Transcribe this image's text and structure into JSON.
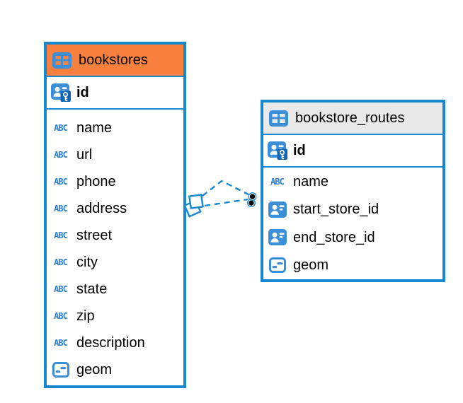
{
  "diagram": {
    "background": "#ffffff",
    "colors": {
      "table_border": "#1787CF",
      "highlight_header_bg": "#F9813F",
      "default_header_bg": "#E9E9E9",
      "row_bg": "#FFFFFF",
      "icon_blue": "#3B8ED8",
      "key_badge_blue": "#1166B3",
      "type_text_blue": "#2F7FD2",
      "text_color": "#000000",
      "relation_line": "#1787CF",
      "relation_dot_fill": "#000000"
    },
    "icons": {
      "table_icon": "table-icon",
      "primary_key_icon": "primary-key-icon",
      "text_type_icon": "text-type-icon",
      "text_type_label": "ABC",
      "reference_type_icon": "reference-type-icon",
      "geometry_type_icon": "geometry-type-icon"
    },
    "tables": [
      {
        "name": "bookstores",
        "header_variant": "highlighted-orange",
        "key_columns": [
          {
            "name": "id",
            "icon": "primary-key-icon"
          }
        ],
        "columns": [
          {
            "name": "name",
            "icon": "text-type-icon"
          },
          {
            "name": "url",
            "icon": "text-type-icon"
          },
          {
            "name": "phone",
            "icon": "text-type-icon"
          },
          {
            "name": "address",
            "icon": "text-type-icon"
          },
          {
            "name": "street",
            "icon": "text-type-icon"
          },
          {
            "name": "city",
            "icon": "text-type-icon"
          },
          {
            "name": "state",
            "icon": "text-type-icon"
          },
          {
            "name": "zip",
            "icon": "text-type-icon"
          },
          {
            "name": "description",
            "icon": "text-type-icon"
          },
          {
            "name": "geom",
            "icon": "geometry-type-icon"
          }
        ]
      },
      {
        "name": "bookstore_routes",
        "header_variant": "default-gray",
        "key_columns": [
          {
            "name": "id",
            "icon": "primary-key-icon"
          }
        ],
        "columns": [
          {
            "name": "name",
            "icon": "text-type-icon"
          },
          {
            "name": "start_store_id",
            "icon": "reference-type-icon"
          },
          {
            "name": "end_store_id",
            "icon": "reference-type-icon"
          },
          {
            "name": "geom",
            "icon": "geometry-type-icon"
          }
        ]
      }
    ],
    "relations": [
      {
        "from_table": "bookstores",
        "to_table": "bookstore_routes",
        "line_style": "dashed",
        "source_marker": "diamond",
        "target_marker": "filled-dot"
      },
      {
        "from_table": "bookstores",
        "to_table": "bookstore_routes",
        "line_style": "dashed",
        "source_marker": "diamond",
        "target_marker": "filled-dot"
      }
    ]
  }
}
